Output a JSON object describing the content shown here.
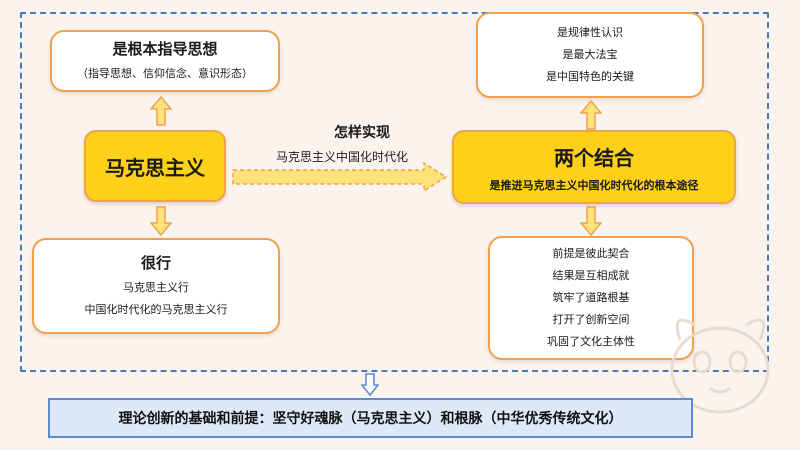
{
  "marxism": {
    "label": "马克思主义"
  },
  "top_left": {
    "title": "是根本指导思想",
    "subtitle": "（指导思想、信仰信念、意识形态）"
  },
  "bottom_left": {
    "title": "很行",
    "lines": [
      "马克思主义行",
      "中国化时代化的马克思主义行"
    ]
  },
  "connector": {
    "title": "怎样实现",
    "subtitle": "马克思主义中国化时代化"
  },
  "two_combinations": {
    "title": "两个结合",
    "subtitle": "是推进马克思主义中国化时代化的根本途径"
  },
  "top_right": {
    "lines": [
      "是规律性认识",
      "是最大法宝",
      "是中国特色的关键"
    ]
  },
  "bottom_right": {
    "lines": [
      "前提是彼此契合",
      "结果是互相成就",
      "筑牢了道路根基",
      "打开了创新空间",
      "巩固了文化主体性"
    ]
  },
  "conclusion": {
    "text": "理论创新的基础和前提：坚守好魂脉（马克思主义）和根脉（中华优秀传统文化）"
  },
  "colors": {
    "core_fill": "#fdd019",
    "box_border": "#f0a24e",
    "frame_border": "#4a78b8",
    "bar_fill": "#dde9f7"
  },
  "icons": [
    "arrow-down-icon",
    "arrow-right-icon",
    "arrow-up-icon",
    "mascot-sketch"
  ]
}
